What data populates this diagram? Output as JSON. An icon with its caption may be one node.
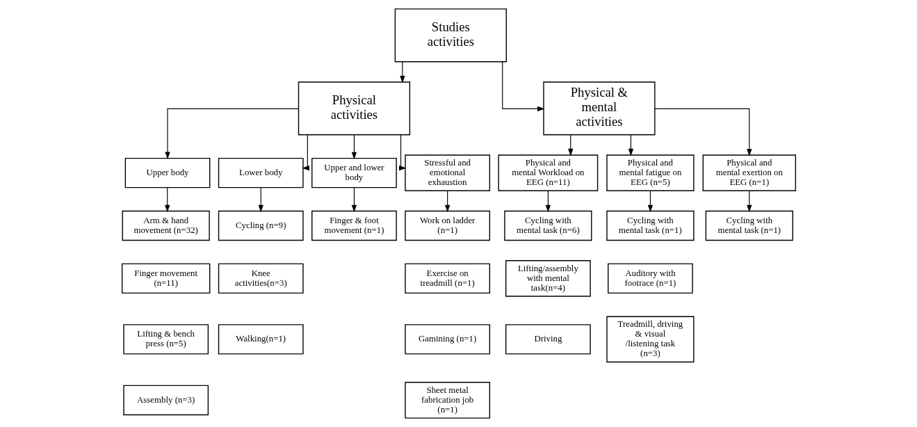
{
  "diagram": {
    "nodes": [
      {
        "text": [
          "Studies activities"
        ]
      },
      {
        "text": [
          "Physical activities"
        ]
      },
      {
        "text": [
          "Physical & mental activities"
        ]
      },
      {
        "text": [
          "Upper body"
        ]
      },
      {
        "text": [
          "Lower body"
        ]
      },
      {
        "text": [
          "Upper and lower body"
        ]
      },
      {
        "text": [
          "Stressful and emotional exhaustion"
        ]
      },
      {
        "text": [
          "Physical and mental Workload on EEG (n=11)"
        ]
      },
      {
        "text": [
          "Physical and mental fatigue on EEG (n=5)"
        ]
      },
      {
        "text": [
          "Physical and mental exertion on EEG (n=1)"
        ]
      },
      {
        "text": [
          "Arm & hand movement (n=32)"
        ]
      },
      {
        "text": [
          "Finger movement (n=11)"
        ]
      },
      {
        "text": [
          "Lifting & bench press (n=5)"
        ]
      },
      {
        "text": [
          "Assembly (n=3)"
        ]
      },
      {
        "text": [
          "Cycling (n=9)"
        ]
      },
      {
        "text": [
          "Knee activities(n=3)"
        ]
      },
      {
        "text": [
          "Walking(n=1)"
        ]
      },
      {
        "text": [
          "Finger & foot movement (n=1)"
        ]
      },
      {
        "text": [
          "Work on ladder (n=1)"
        ]
      },
      {
        "text": [
          "Exercise on treadmill (n=1)"
        ]
      },
      {
        "text": [
          "Gamining (n=1)"
        ]
      },
      {
        "text": [
          "Sheet metal fabrication job (n=1)"
        ]
      },
      {
        "text": [
          "Cycling with mental task (n=6)"
        ]
      },
      {
        "text": [
          "Lifting/assembly with mental task(n=4)"
        ]
      },
      {
        "text": [
          "Driving"
        ]
      },
      {
        "text": [
          "Cycling with mental task (n=1)"
        ]
      },
      {
        "text": [
          "Auditory with footrace (n=1)"
        ]
      },
      {
        "text": [
          "Treadmill, driving & visual /listening task (n=3)"
        ]
      },
      {
        "text": [
          "Cycling with mental task (n=1)"
        ]
      }
    ],
    "edges": [
      {
        "from": 0,
        "to": 1,
        "arrow": "to"
      },
      {
        "from": 0,
        "to": 2,
        "arrow": "to"
      },
      {
        "from": 1,
        "to": 3,
        "arrow": "to"
      },
      {
        "from": 1,
        "to": 4,
        "arrow": "to"
      },
      {
        "from": 1,
        "to": 5,
        "arrow": "to"
      },
      {
        "from": 1,
        "to": 6,
        "arrow": "to"
      },
      {
        "from": 2,
        "to": 7,
        "arrow": "to"
      },
      {
        "from": 2,
        "to": 8,
        "arrow": "to"
      },
      {
        "from": 2,
        "to": 9,
        "arrow": "to"
      },
      {
        "from": 3,
        "to": 10,
        "arrow": "to"
      },
      {
        "from": 4,
        "to": 14,
        "arrow": "to"
      },
      {
        "from": 5,
        "to": 17,
        "arrow": "to"
      },
      {
        "from": 6,
        "to": 18,
        "arrow": "to"
      },
      {
        "from": 7,
        "to": 22,
        "arrow": "to"
      },
      {
        "from": 8,
        "to": 25,
        "arrow": "to"
      },
      {
        "from": 9,
        "to": 28,
        "arrow": "to"
      }
    ]
  }
}
